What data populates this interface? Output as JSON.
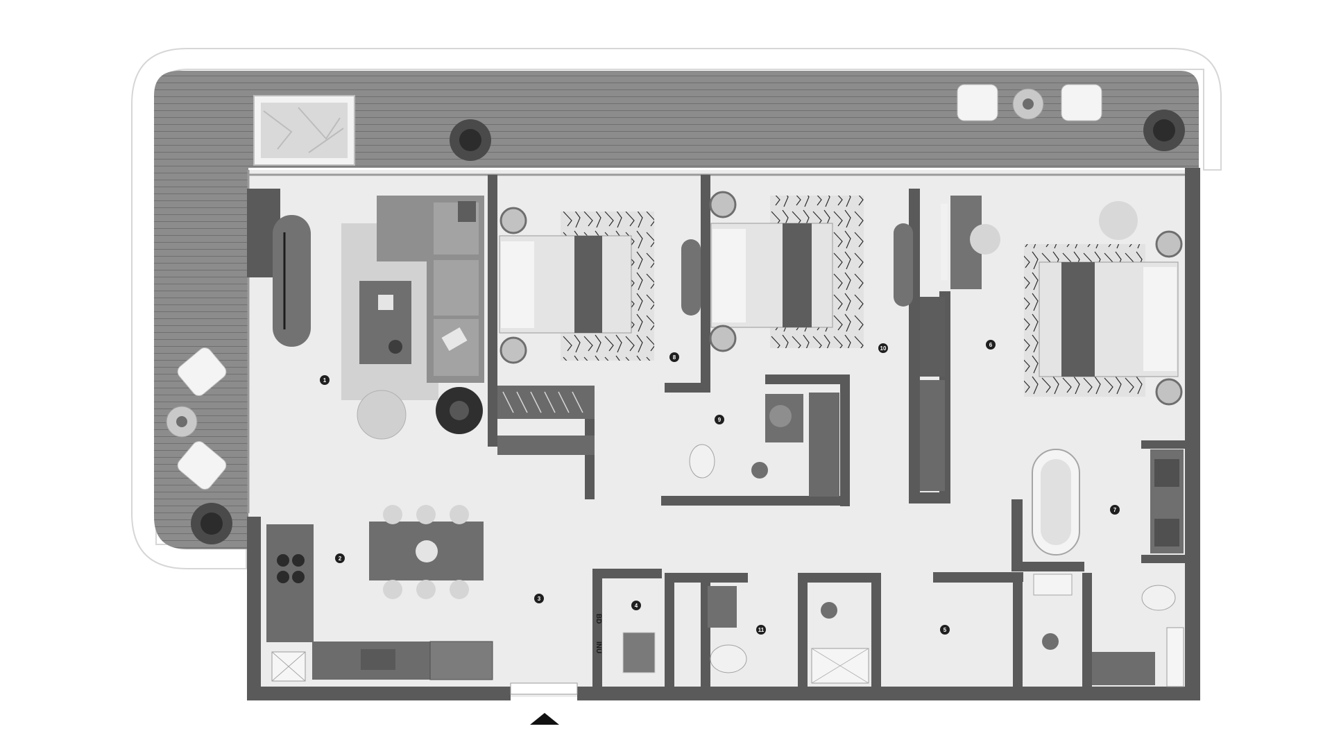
{
  "plan": {
    "room_numbers": [
      "1",
      "2",
      "3",
      "4",
      "5",
      "6",
      "7",
      "8",
      "9",
      "10",
      "11"
    ],
    "vertical_labels": [
      "BD",
      "INU"
    ]
  },
  "colors": {
    "wall": "#5a5a5a",
    "floor": "#ececec",
    "deck": "#8a8a8a",
    "furniture_dark": "#6e6e6e",
    "furniture_light": "#cfcfcf"
  }
}
